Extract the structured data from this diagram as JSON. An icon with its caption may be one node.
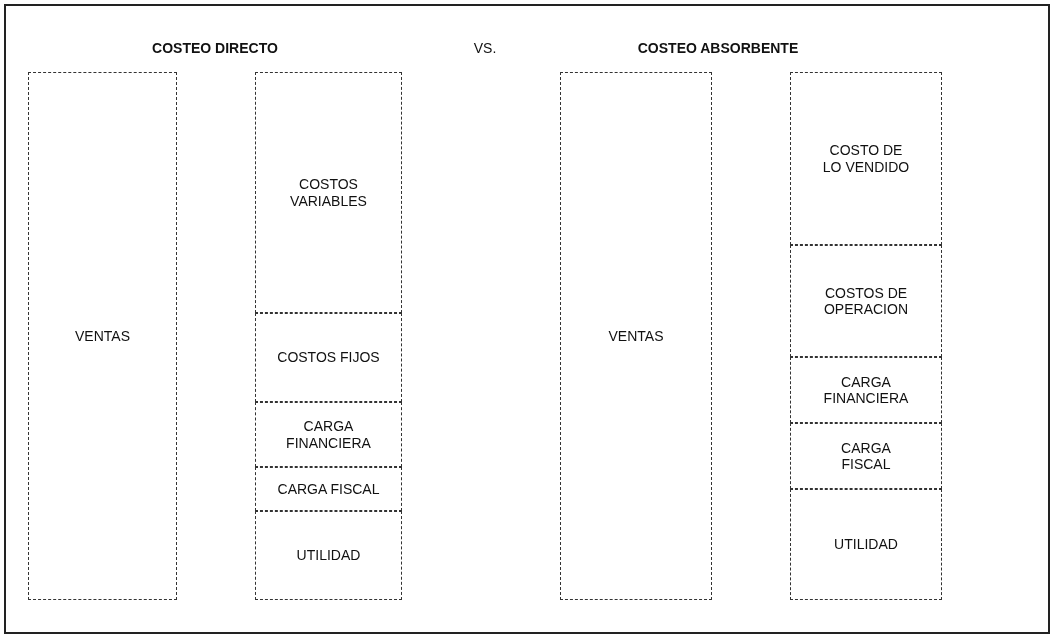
{
  "diagram": {
    "nodes": [
      {
        "text": [
          "VENTAS"
        ]
      },
      {
        "text": [
          "COSTOS VARIABLES"
        ]
      },
      {
        "text": [
          "COSTOS FIJOS"
        ]
      },
      {
        "text": [
          "CARGA FINANCIERA"
        ]
      },
      {
        "text": [
          "CARGA FISCAL"
        ]
      },
      {
        "text": [
          "UTILIDAD"
        ]
      },
      {
        "text": [
          "VENTAS"
        ]
      },
      {
        "text": [
          "COSTO DE LO VENDIDO"
        ]
      },
      {
        "text": [
          "COSTOS DE OPERACION"
        ]
      },
      {
        "text": [
          "CARGA FINANCIERA"
        ]
      },
      {
        "text": [
          "CARGA FISCAL"
        ]
      },
      {
        "text": [
          "UTILIDAD"
        ]
      }
    ],
    "labels": [
      "COSTEO DIRECTO",
      "VS.",
      "COSTEO ABSORBENTE"
    ]
  }
}
